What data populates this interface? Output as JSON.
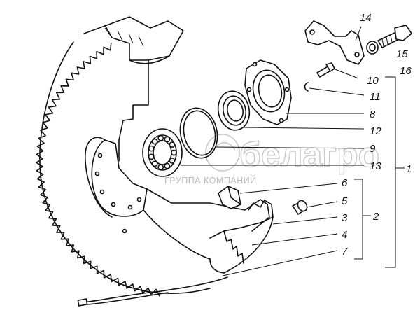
{
  "labels": {
    "l14": "14",
    "l15": "15",
    "l16": "16",
    "l10": "10",
    "l11": "11",
    "l8": "8",
    "l12": "12",
    "l9": "9",
    "l13": "13",
    "l6": "6",
    "l5": "5",
    "l3": "3",
    "l4": "4",
    "l7": "7",
    "g1": "1",
    "g2": "2"
  },
  "watermark": {
    "brand": "белагро",
    "tagline": "ГРУППА КОМПАНИЙ"
  }
}
